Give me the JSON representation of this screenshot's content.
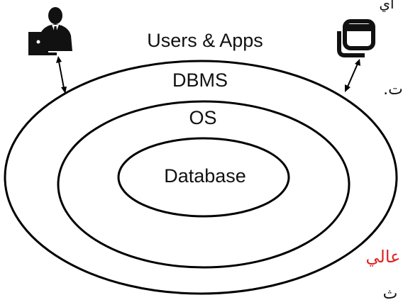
{
  "diagram": {
    "layers": {
      "outer": "Users & Apps",
      "middle": "DBMS",
      "os": "OS",
      "inner": "Database"
    },
    "icons": {
      "user": "person-with-laptop-icon",
      "app": "application-window-icon"
    },
    "edge_fragments": {
      "top_right": "اي",
      "right_middle": ".ت",
      "bottom_right_red": "عالي",
      "bottom_right_black": "ث"
    },
    "colors": {
      "stroke": "#000000",
      "text": "#111111",
      "accent_red": "#e02020"
    }
  }
}
